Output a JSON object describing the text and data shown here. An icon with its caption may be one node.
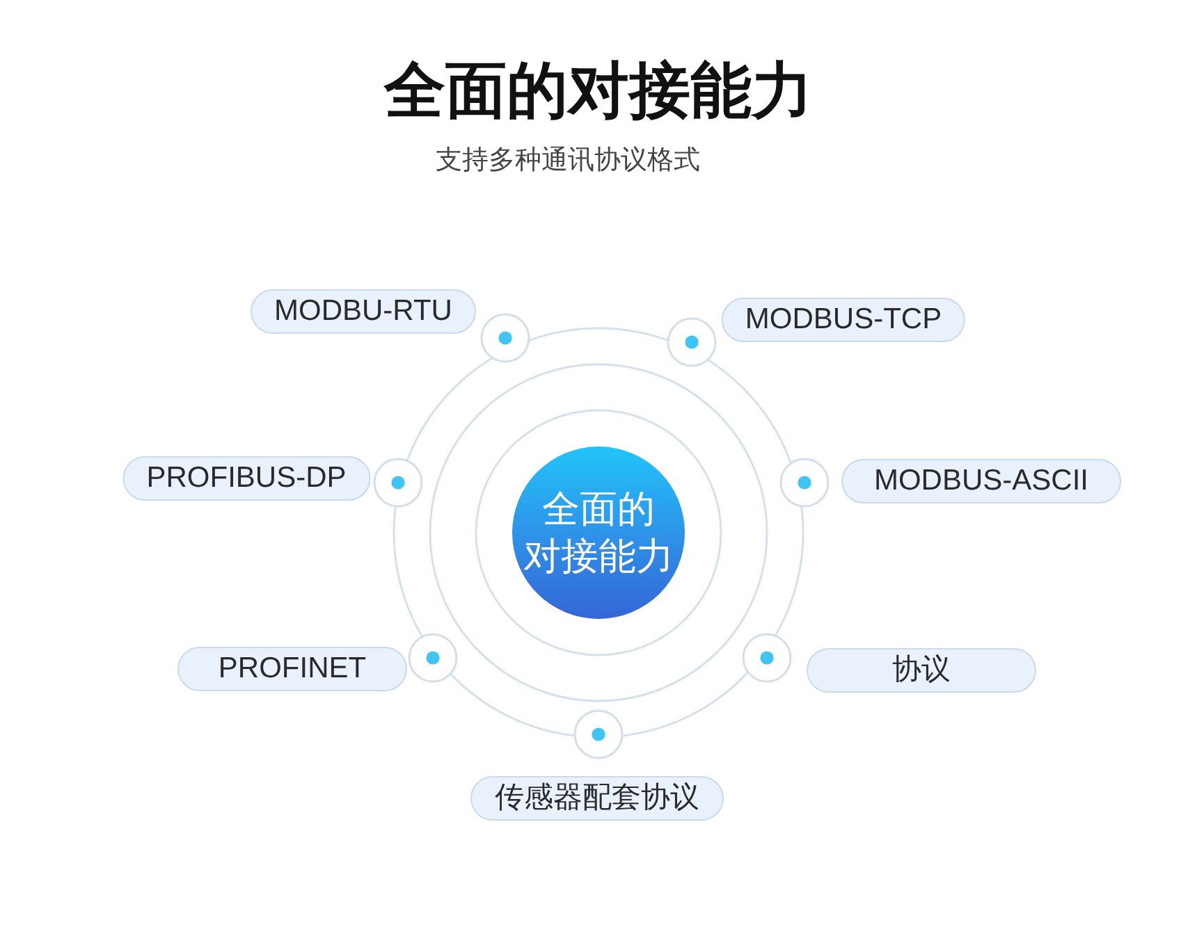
{
  "diagram": {
    "title": "全面的对接能力",
    "nodes": [
      {
        "text": [
          "MODBU-RTU"
        ]
      },
      {
        "text": [
          "MODBUS-TCP"
        ]
      },
      {
        "text": [
          "PROFIBUS-DP"
        ]
      },
      {
        "text": [
          "全面的对接能力"
        ]
      },
      {
        "text": [
          "MODBUS-ASCII"
        ]
      },
      {
        "text": [
          "PROFINET"
        ]
      },
      {
        "text": [
          "协议"
        ]
      },
      {
        "text": [
          "传感器配套协议"
        ]
      }
    ],
    "labels": [
      "支持多种通讯协议格式"
    ]
  }
}
